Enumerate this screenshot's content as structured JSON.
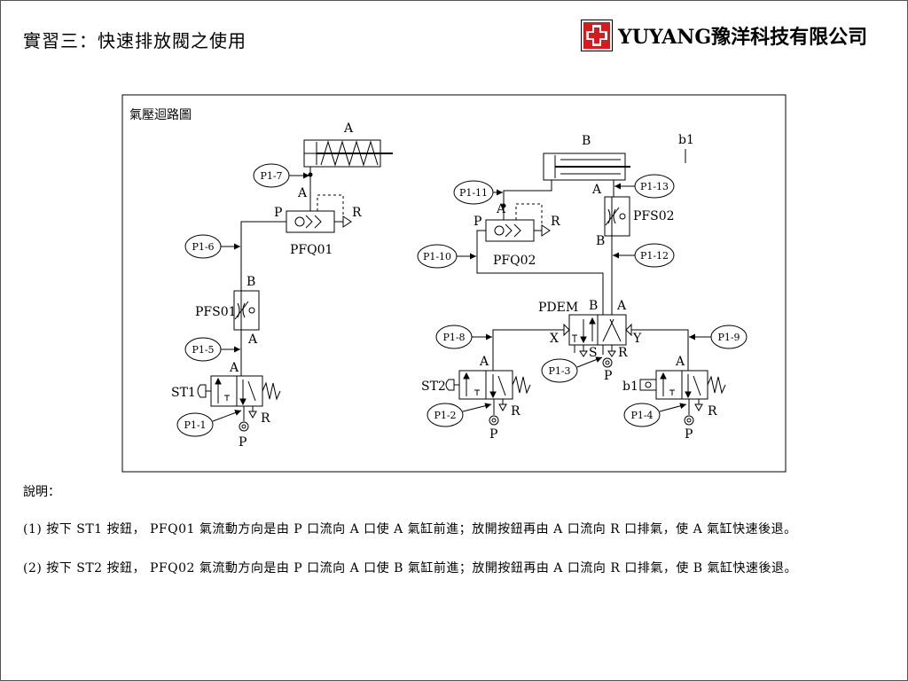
{
  "header": {
    "title": "實習三：快速排放閥之使用",
    "company": "YUYANG豫洋科技有限公司",
    "logo_color": "#d9191c"
  },
  "diagram": {
    "caption": "氣壓迴路圖",
    "labels": {
      "cylA": "A",
      "cylB": "B",
      "b1_top": "b1",
      "pfq01": "PFQ01",
      "pfq02": "PFQ02",
      "pfs01": "PFS01",
      "pfs02": "PFS02",
      "pdem": "PDEM",
      "st1": "ST1",
      "st2": "ST2",
      "b1": "b1",
      "port_A": "A",
      "port_B": "B",
      "port_P": "P",
      "port_R": "R",
      "port_S": "S",
      "port_X": "X",
      "port_Y": "Y"
    },
    "points": [
      "P1-1",
      "P1-2",
      "P1-3",
      "P1-4",
      "P1-5",
      "P1-6",
      "P1-7",
      "P1-8",
      "P1-9",
      "P1-10",
      "P1-11",
      "P1-12",
      "P1-13"
    ]
  },
  "description": {
    "heading": "說明：",
    "line1": "(1) 按下 ST1 按鈕， PFQ01 氣流動方向是由 P 口流向 A 口使 A 氣缸前進；放開按鈕再由 A 口流向 R 口排氣，使 A 氣缸快速後退。",
    "line2": "(2) 按下 ST2 按鈕， PFQ02 氣流動方向是由 P 口流向 A 口使 B 氣缸前進；放開按鈕再由 A 口流向 R 口排氣，使 B 氣缸快速後退。"
  }
}
